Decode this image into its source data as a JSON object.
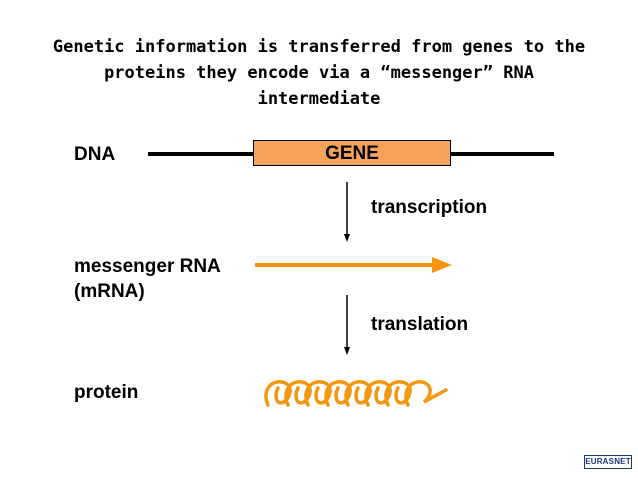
{
  "title": {
    "line1": "Genetic information is transferred from genes to the",
    "line2": "proteins they encode via a “messenger” RNA",
    "line3": "intermediate"
  },
  "labels": {
    "dna": "DNA",
    "gene": "GENE",
    "transcription": "transcription",
    "mrna_line1": "messenger RNA",
    "mrna_line2": "(mRNA)",
    "translation": "translation",
    "protein": "protein"
  },
  "logo": "EURASNET",
  "colors": {
    "gene_fill": "#f5a35a",
    "mrna_arrow": "#f5960f",
    "protein_helix": "#f5960f",
    "line": "#000000"
  }
}
